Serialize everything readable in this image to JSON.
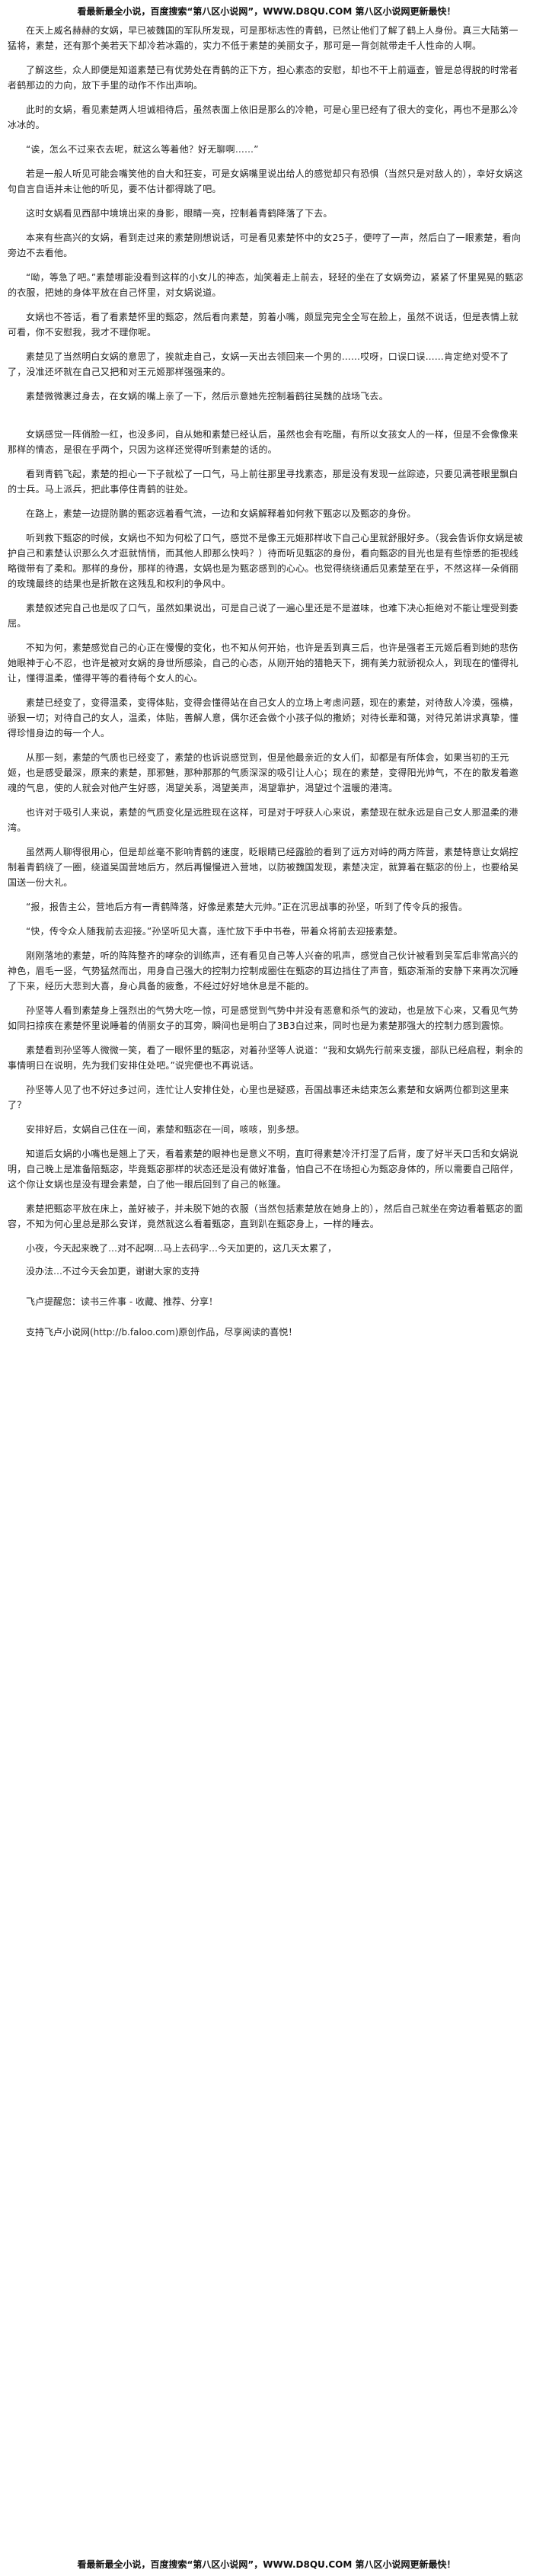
{
  "header_banner": "看最新最全小说，百度搜索“第八区小说网”，WWW.D8QU.COM 第八区小说网更新最快！",
  "footer_banner": "看最新最全小说，百度搜索“第八区小说网”，WWW.D8QU.COM 第八区小说网更新最快！",
  "paragraphs": [
    "在天上威名赫赫的女娲，早已被魏国的军队所发现，可是那标志性的青鹤，已然让他们了解了鹤上人身份。真三大陆第一猛将，素楚，还有那个美若天下却冷若冰霜的，实力不低于素楚的美丽女子，那可是一背剑就带走千人性命的人啊。",
    "了解这些，众人即便是知道素楚已有优势处在青鹤的正下方，担心素态的安慰，却也不干上前逼查，管是总得脱的时常者者鹤那边的力向，放下手里的动作不作出声响。",
    "此时的女娲，看见素楚两人坦诚相待后，虽然表面上依旧是那么的冷艳，可是心里已经有了很大的变化，再也不是那么冷冰冰的。",
    "“诶，怎么不过来衣去呢，就这么等着他？好无聊啊……”",
    "若是一般人听见可能会嘴笑他的自大和狂妄，可是女娲嘴里说出给人的感觉却只有恐惧（当然只是对敌人的），幸好女娲这句自言自语并未让他的听见，要不估计都得跳了吧。",
    "这时女娲看见西部中境境出来的身影，眼睛一亮，控制着青鹤降落了下去。",
    "本来有些高兴的女娲，看到走过来的素楚刚想说话，可是看见素楚怀中的女25子，便哼了一声，然后白了一眼素楚，看向旁边不去看他。",
    "“呦，等急了吧。”素楚哪能没看到这样的小女儿的神态，灿笑着走上前去，轻轻的坐在了女娲旁边，紧紧了怀里晃晃的甄宓的衣服，把她的身体平放在自己怀里，对女娲说道。",
    "女娲也不答话，看了看素楚怀里的甄宓，然后看向素楚，剪着小嘴，颇显完完全全写在脸上，虽然不说话，但是表情上就可看，你不安慰我，我才不理你呢。",
    "素楚见了当然明白女娲的意思了，挨就走自己，女娲一天出去领回来一个男的……哎呀，口误口误……肯定绝对受不了了，没准还坏就在自己又把和对王元姬那样强强来的。",
    "素楚微微裹过身去，在女娲的嘴上亲了一下，然后示意她先控制着鹤往吴魏的战场飞去。",
    "女娲感觉一阵俏脸一红，也没多问，自从她和素楚已经认后，虽然也会有吃醋，有所以女孩女人的一样，但是不会像像来那样的情态，是很在乎两个，只因为这样还觉得听到素楚的话的。",
    "看到青鹤飞起，素楚的担心一下子就松了一口气，马上前往那里寻找素态，那是没有发现一丝踪迹，只要见满苍眼里飘白的士兵。马上派兵，把此事停住青鹤的驻处。",
    "在路上，素楚一边提防鹏的甄宓远着看气流，一边和女娲解释着如何救下甄宓以及甄宓的身份。",
    "听到救下甄宓的时候，女娲也不知为何松了口气，感觉不是像王元姬那样收下自己心里就舒服好多。（我会告诉你女娲是被护自己和素楚认识那么久才逛就悄悄，而其他人即那么快吗？）待而听见甄宓的身份，看向甄宓的目光也是有些惊悉的拒视线略微带有了柔和。那样的身份，那样的待遇，女娲也是为甄宓感到的心心。也觉得绕绕通后见素楚至在乎，不然这样一朵俏丽的玫瑰最终的结果也是折散在这残乱和权利的争风中。",
    "素楚叙述完自己也是叹了口气，虽然如果说出，可是自己说了一遍心里还是不是滋味，也难下决心拒绝对不能让埋受到委屈。",
    "不知为何，素楚感觉自己的心正在慢慢的变化，也不知从何开始，也许是丢到真三后，也许是强者王元姬后看到她的悲伤她眼神于心不忍，也许是被对女娲的身世所感染，自己的心态，从刚开始的猎艳天下，拥有美力就骄视众人，到现在的懂得礼让，懂得温柔，懂得平等的看待每个女人的心。",
    "素楚已经变了，变得温柔，变得体贴，变得会懂得站在自己女人的立场上考虑问题，现在的素楚，对待敌人冷漠，强横，骄狠一切；对待自己的女人，温柔，体贴，善解人意，偶尔还会做个小孩子似的撒娇；对待长辈和蔼，对待兄弟讲求真挚，懂得珍惜身边的每一个人。",
    "从那一刻，素楚的气质也已经变了，素楚的也诉说感觉到，但是他最亲近的女人们，却都是有所体会，如果当初的王元姬，也是感受最深，原来的素楚，那邪魅，那种那那的气质深深的吸引让人心；现在的素楚，变得阳光帅气，不在的散发着邀魂的气息，使的人就会对他产生好感，渴望关系，渴望美声，渴望靠护，渴望过个温暖的港湾。",
    "也许对于吸引人来说，素楚的气质变化是远胜现在这样，可是对于呼获人心来说，素楚现在就永远是自己女人那温柔的港湾。",
    "虽然两人聊得很用心，但是却丝毫不影响青鹤的速度，眨眼睛已经露脸的看到了远方对峙的两方阵营，素楚特意让女娲控制着青鹤绕了一圈，绕道吴国营地后方，然后再慢慢进入营地，以防被魏国发现，素楚决定，就算着在甄宓的份上，也要给吴国送一份大礼。",
    "“报，报告主公，营地后方有一青鹤降落，好像是素楚大元帅。”正在沉思战事的孙坚，听到了传令兵的报告。",
    "“快，传令众人随我前去迎接。”孙坚听见大喜，连忙放下手中书卷，带着众将前去迎接素楚。",
    "刚刚落地的素楚，听的阵阵整齐的哮杂的训练声，还有看见自己等人兴奋的吼声，感觉自己伙计被看到吴军后非常高兴的神色，眉毛一竖，气势猛然而出，用身自己强大的控制力控制成圈住在甄宓的耳边挡住了声音，甄宓渐渐的安静下来再次沉睡了下来，经历大悲到大喜，身心具备的疲惫，不经过好好地休息是不能的。",
    "孙坚等人看到素楚身上强烈出的气势大吃一惊，可是感觉到气势中并没有恶意和杀气的波动，也是放下心来，又看见气势如同扫掠疾在素楚怀里说睡着的俏丽女子的耳旁，瞬间也是明白了3B3白过来，同时也是为素楚那强大的控制力感到震惊。",
    "素楚看到孙坚等人微微一笑，看了一眼怀里的甄宓，对着孙坚等人说道：“我和女娲先行前来支援，部队已经启程，剩余的事情明日在说明，先为我们安排住处吧。”说完便也不再说话。",
    "孙坚等人见了也不好过多过问，连忙让人安排住处，心里也是疑惑，吾国战事还未结束怎么素楚和女娲两位都到这里来了？",
    "安排好后，女娲自己住在一间，素楚和甄宓在一间，咳咳，别多想。",
    "知道后女娲的小嘴也是翘上了天，看着素楚的眼神也是意义不明，直盯得素楚冷汗打湿了后背，废了好半天口舌和女娲说明，自己晚上是准备陪甄宓，毕竟甄宓那样的状态还是没有做好准备，怕自己不在场担心为甄宓身体的，所以需要自己陪伴，这个你让女娲也是没有理会素楚，白了他一眼后回到了自己的帐篷。",
    "素楚把甄宓平放在床上，盖好被子，并未脱下她的衣服（当然包括素楚放在她身上的），然后自己就坐在旁边看着甄宓的面容，不知为何心里总是那么安详，竟然就这么看着甄宓，直到趴在甄宓身上，一样的睡去。"
  ],
  "author_notes": [
    "小夜，今天起来晚了…对不起啊…马上去码字…今天加更的，这几天太累了，",
    "没办法…不过今天会加更，谢谢大家的支持",
    "飞卢提醒您：读书三件事 - 收藏、推荐、分享！",
    "支持飞卢小说网(http://b.faloo.com)原创作品，尽享阅读的喜悦！"
  ]
}
